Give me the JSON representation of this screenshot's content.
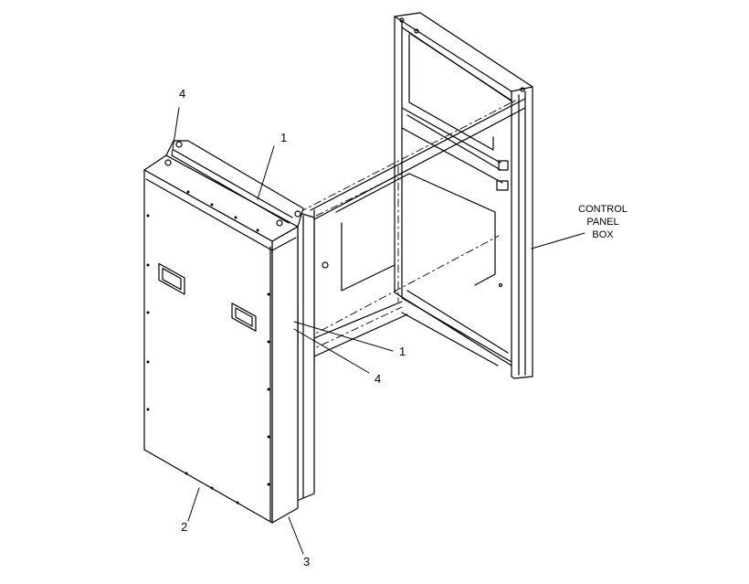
{
  "callouts": {
    "c1_top": "1",
    "c1_mid": "1",
    "c2": "2",
    "c3": "3",
    "c4_top": "4",
    "c4_mid": "4"
  },
  "label": {
    "line1": "CONTROL",
    "line2": "PANEL",
    "line3": "BOX"
  }
}
